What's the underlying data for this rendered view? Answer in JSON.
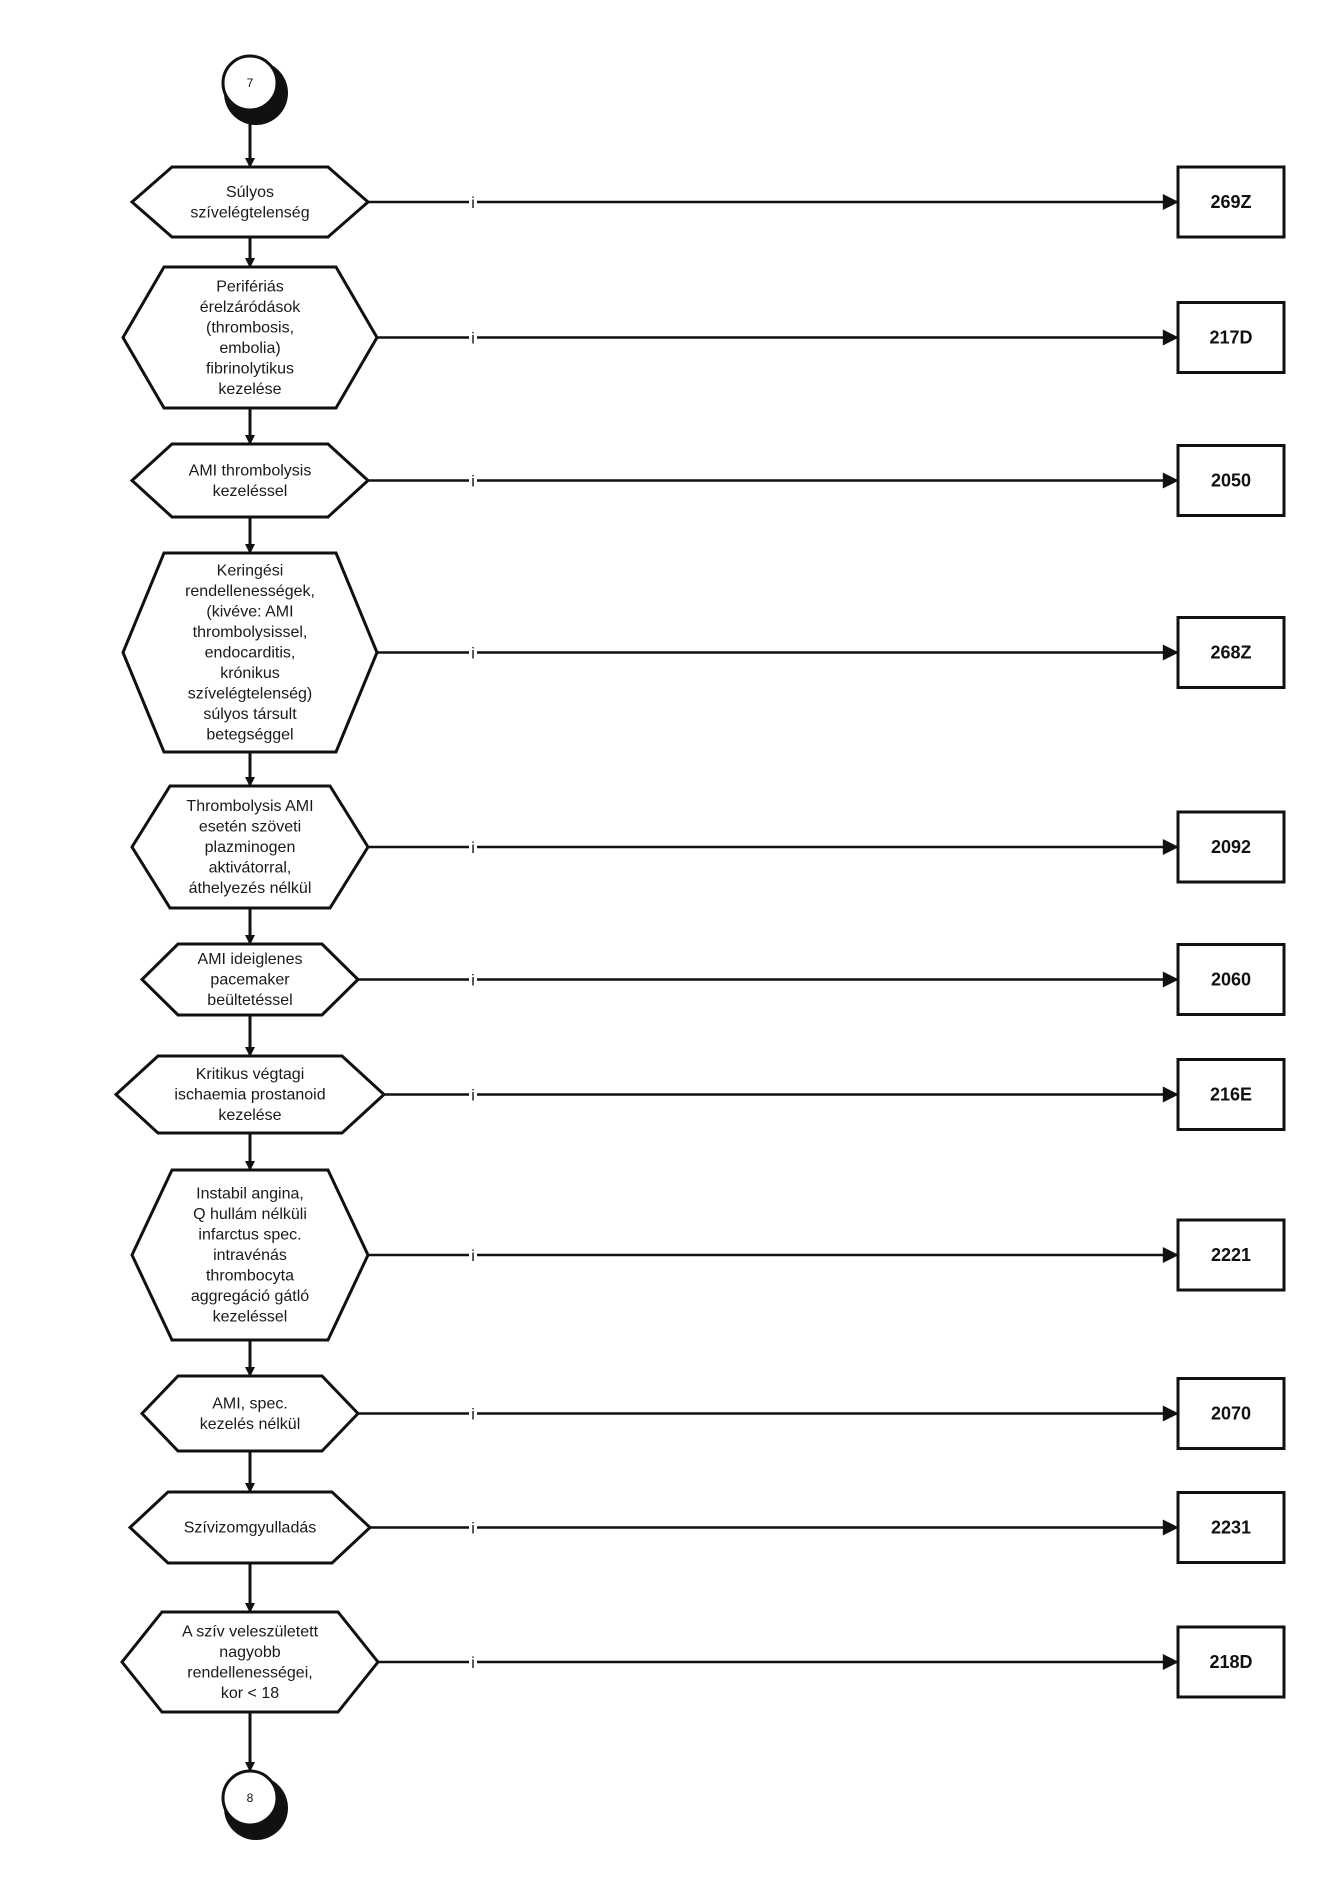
{
  "start_connector": "7",
  "end_connector": "8",
  "decisions": [
    {
      "lines": [
        "Súlyos",
        "szívelégtelenség"
      ],
      "branch_label": "i",
      "outcome": "269Z"
    },
    {
      "lines": [
        "Perifériás",
        "érelzáródások",
        "(thrombosis,",
        "embolia)",
        "fibrinolytikus",
        "kezelése"
      ],
      "branch_label": "i",
      "outcome": "217D"
    },
    {
      "lines": [
        "AMI  thrombolysis",
        "kezeléssel"
      ],
      "branch_label": "i",
      "outcome": "2050"
    },
    {
      "lines": [
        "Keringési",
        "rendellenességek,",
        "(kivéve: AMI",
        "thrombolysissel,",
        "endocarditis,",
        "krónikus",
        "szívelégtelenség)",
        "súlyos társult",
        "betegséggel"
      ],
      "branch_label": "i",
      "outcome": "268Z"
    },
    {
      "lines": [
        "Thrombolysis AMI",
        "esetén szöveti",
        "plazminogen",
        "aktivátorral,",
        "áthelyezés nélkül"
      ],
      "branch_label": "i",
      "outcome": "2092"
    },
    {
      "lines": [
        "AMI  ideiglenes",
        "pacemaker",
        "beültetéssel"
      ],
      "branch_label": "i",
      "outcome": "2060"
    },
    {
      "lines": [
        "Kritikus végtagi",
        "ischaemia prostanoid",
        "kezelése"
      ],
      "branch_label": "i",
      "outcome": "216E"
    },
    {
      "lines": [
        "Instabil angina,",
        "Q hullám nélküli",
        "infarctus spec.",
        "intravénás",
        "thrombocyta",
        "aggregáció gátló",
        "kezeléssel"
      ],
      "branch_label": "i",
      "outcome": "2221"
    },
    {
      "lines": [
        "AMI, spec.",
        "kezelés nélkül"
      ],
      "branch_label": "i",
      "outcome": "2070"
    },
    {
      "lines": [
        "Szívizomgyulladás"
      ],
      "branch_label": "i",
      "outcome": "2231"
    },
    {
      "lines": [
        "A szív veleszületett",
        "nagyobb",
        "rendellenességei,",
        "kor < 18"
      ],
      "branch_label": "i",
      "outcome": "218D"
    }
  ]
}
